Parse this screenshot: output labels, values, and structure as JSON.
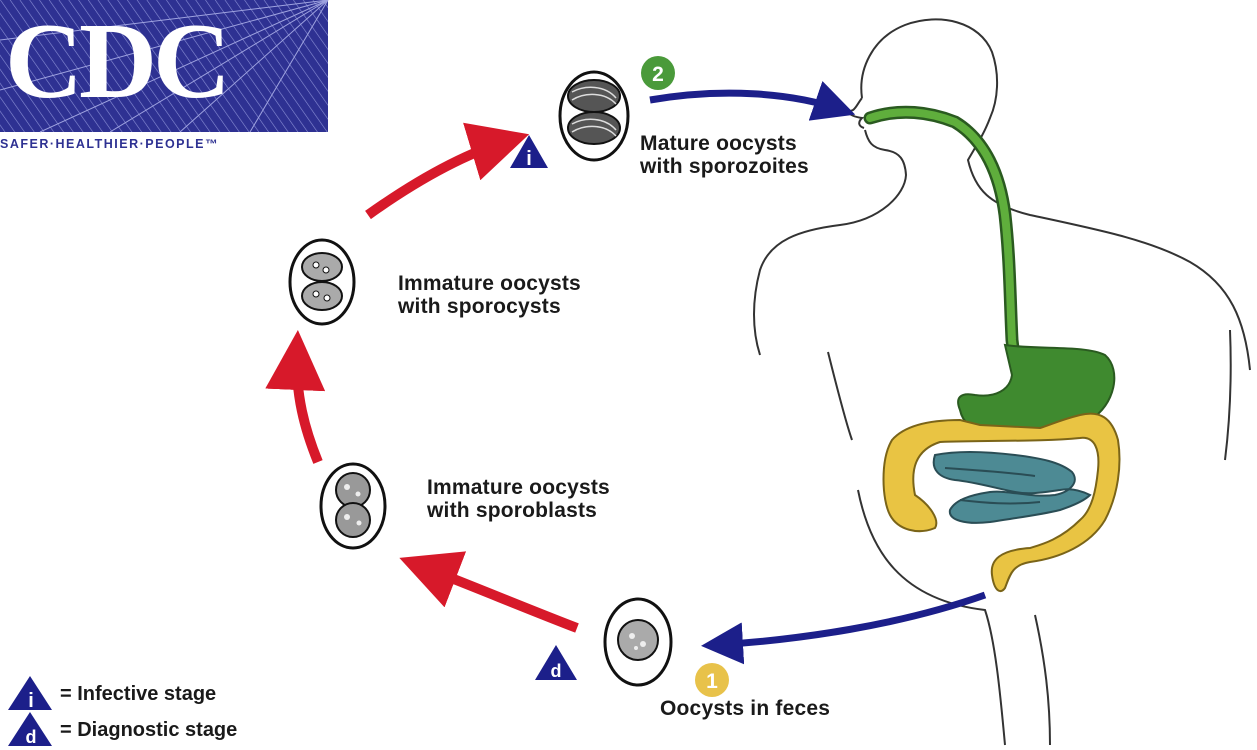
{
  "logo": {
    "letters": "CDC",
    "tagline": "SAFER·HEALTHIER·PEOPLE™"
  },
  "stages": {
    "mature": {
      "line1": "Mature oocysts",
      "line2": "with sporozoites",
      "number": "2",
      "symbol": "i"
    },
    "sporocysts": {
      "line1": "Immature oocysts",
      "line2": "with sporocysts"
    },
    "sporoblasts": {
      "line1": "Immature oocysts",
      "line2": "with sporoblasts"
    },
    "feces": {
      "line1": "Oocysts in feces",
      "number": "1",
      "symbol": "d"
    }
  },
  "legend": {
    "infective": {
      "symbol": "i",
      "text": "= Infective stage"
    },
    "diagnostic": {
      "symbol": "d",
      "text": "= Diagnostic stage"
    }
  },
  "colors": {
    "cdc_blue": "#2e3192",
    "arrow_red": "#d7192a",
    "arrow_blue": "#1c1f8a",
    "badge_green": "#4a9a3a",
    "badge_yellow": "#e8c24a",
    "gut_green": "#3f8a2f",
    "colon_yellow": "#e9c443",
    "small_intestine_teal": "#4d8a94"
  }
}
